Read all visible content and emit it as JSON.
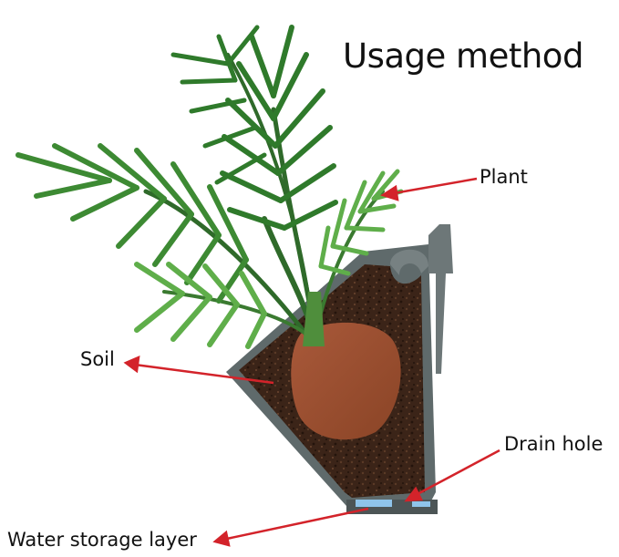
{
  "title": "Usage method",
  "labels": {
    "plant": "Plant",
    "soil": "Soil",
    "drain_hole": "Drain hole",
    "water_storage_layer": "Water storage layer"
  },
  "colors": {
    "arrow": "#d3232a",
    "pot": "#5f6a6b",
    "soil": "#3b2418",
    "root_ball": "#9a4d2c",
    "leaf_dark": "#2f7a2b",
    "leaf_light": "#5fae4a",
    "water": "#8fc4ea"
  }
}
